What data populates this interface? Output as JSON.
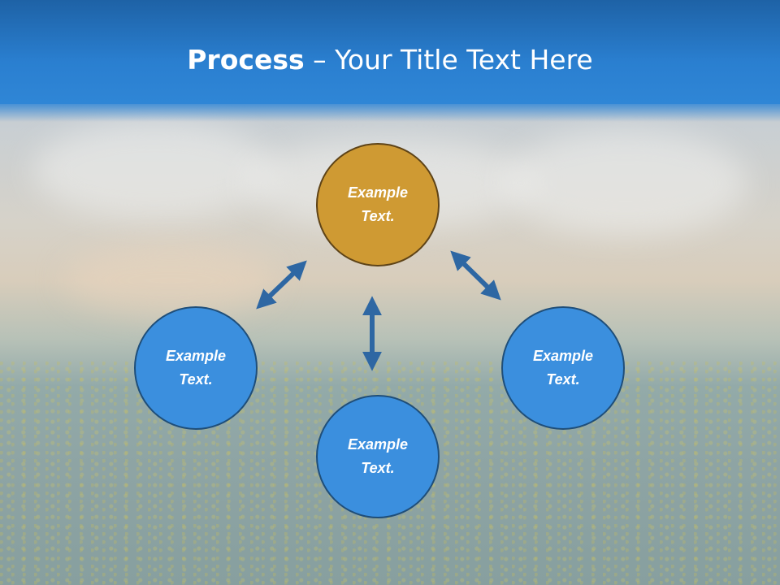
{
  "slide": {
    "title_bold": "Process",
    "title_dash": " – ",
    "title_rest": "Your Title Text Here"
  },
  "nodes": {
    "top": {
      "line1": "Example",
      "line2": "Text."
    },
    "left": {
      "line1": "Example",
      "line2": "Text."
    },
    "right": {
      "line1": "Example",
      "line2": "Text."
    },
    "bottom": {
      "line1": "Example",
      "line2": "Text."
    }
  },
  "colors": {
    "header": "#2a7fd0",
    "node_top": "#cf9a33",
    "node_blue": "#3b8fde",
    "arrow": "#2e67a3"
  }
}
